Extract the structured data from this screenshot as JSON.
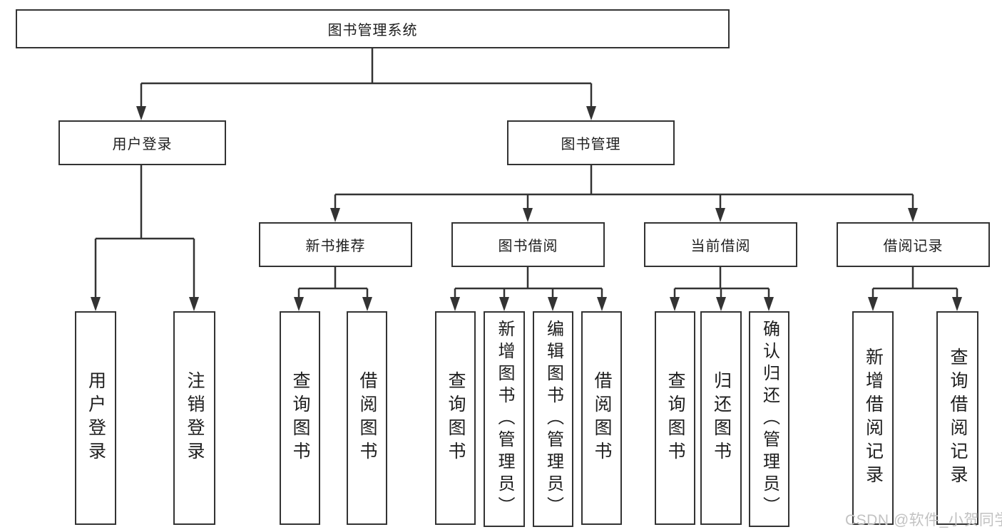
{
  "diagram": {
    "root": "图书管理系统",
    "level2": [
      "用户登录",
      "图书管理"
    ],
    "level3": [
      "新书推荐",
      "图书借阅",
      "当前借阅",
      "借阅记录"
    ],
    "leaves": [
      [
        "用户登录",
        "注销登录"
      ],
      [
        "查询图书",
        "借阅图书"
      ],
      [
        "查询图书",
        "新增图书（管理员）",
        "编辑图书（管理员）",
        "借阅图书"
      ],
      [
        "查询图书",
        "归还图书",
        "确认归还（管理员）"
      ],
      [
        "新增借阅记录",
        "查询借阅记录"
      ]
    ]
  },
  "watermark": "CSDN @软件_小贺同学",
  "colors": {
    "line": "#333333",
    "text": "#1e1e1e",
    "watermark": "#c2c2c2",
    "background": "#ffffff"
  }
}
